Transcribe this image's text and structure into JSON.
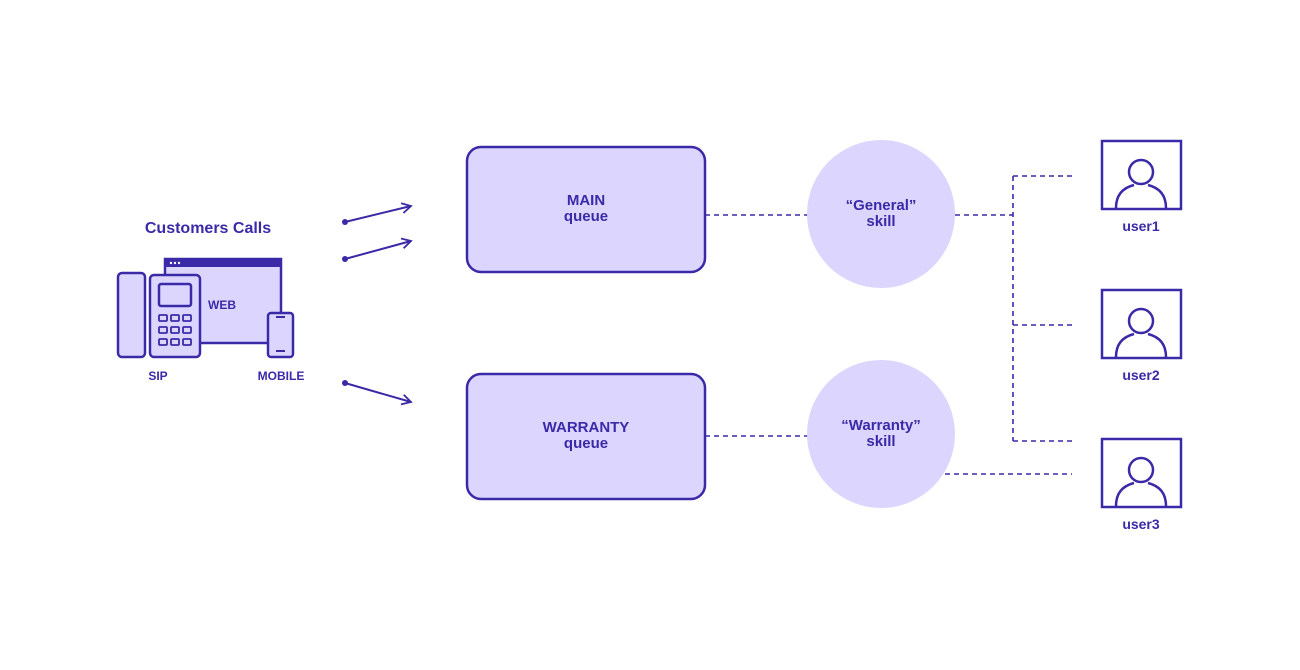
{
  "colors": {
    "stroke": "#3a2aa8",
    "fill": "#dcd6ff",
    "background": "#ffffff"
  },
  "source": {
    "title": "Customers Calls",
    "channels": {
      "web": "WEB",
      "sip": "SIP",
      "mobile": "MOBILE"
    },
    "icons": [
      "desk-phone-icon",
      "browser-window-icon",
      "mobile-phone-icon"
    ]
  },
  "queues": [
    {
      "line1": "MAIN",
      "line2": "queue"
    },
    {
      "line1": "WARRANTY",
      "line2": "queue"
    }
  ],
  "skills": [
    {
      "line1": "“General”",
      "line2": "skill"
    },
    {
      "line1": "“Warranty”",
      "line2": "skill"
    }
  ],
  "users": [
    {
      "label": "user1",
      "icon": "user-avatar-icon"
    },
    {
      "label": "user2",
      "icon": "user-avatar-icon"
    },
    {
      "label": "user3",
      "icon": "user-avatar-icon"
    }
  ]
}
